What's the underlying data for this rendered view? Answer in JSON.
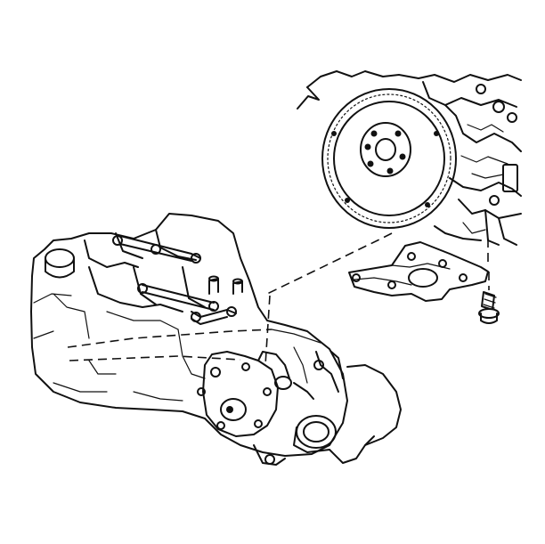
{
  "illustration": {
    "style": "line-drawing",
    "colors": {
      "background": "#ffffff",
      "ink": "#111111"
    },
    "parts": [
      "engine-block",
      "flywheel",
      "transaxle-case",
      "mounting-bracket",
      "bolt"
    ]
  }
}
